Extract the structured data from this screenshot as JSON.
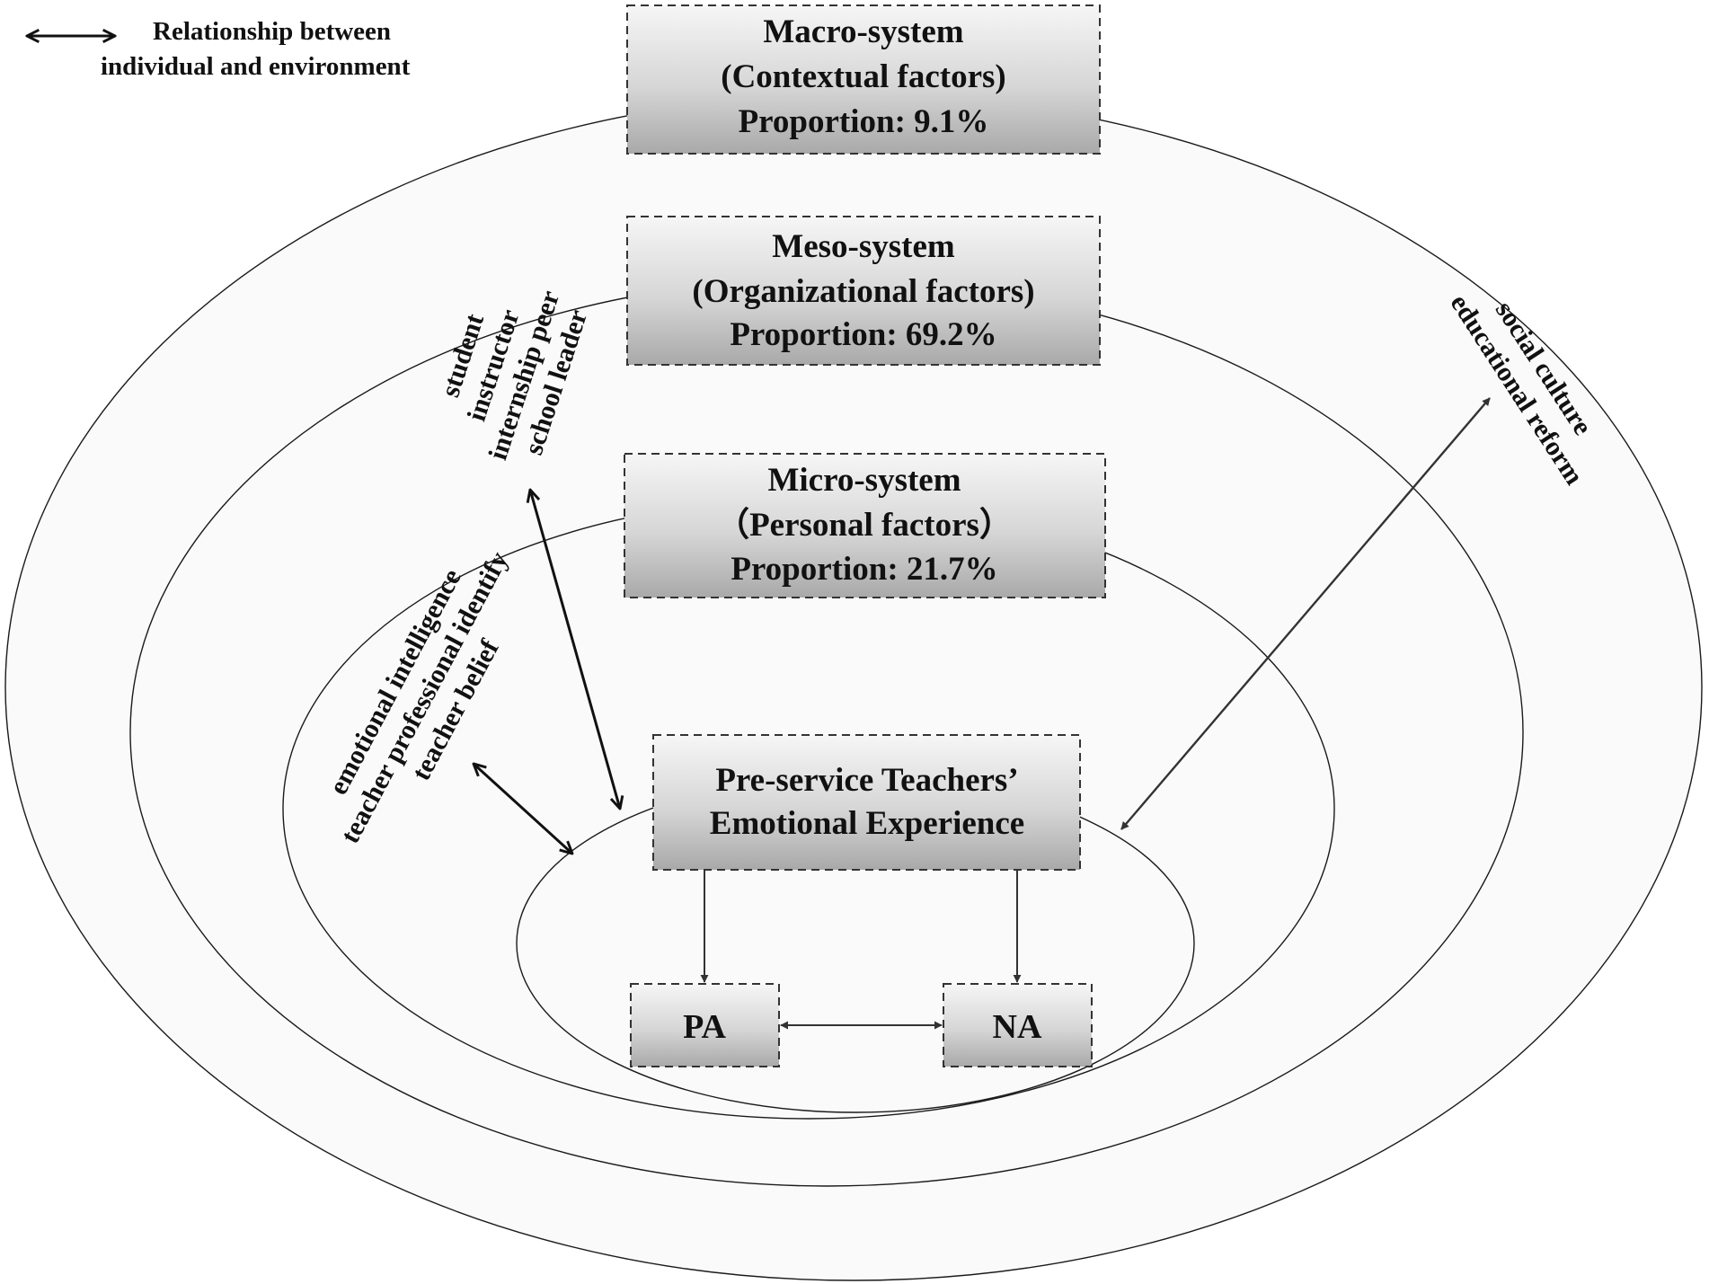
{
  "legend": {
    "line1": "Relationship between",
    "line2": "individual and environment"
  },
  "macro": {
    "title": "Macro-system",
    "subtitle": "(Contextual factors)",
    "proportion": "Proportion: 9.1%"
  },
  "meso": {
    "title": "Meso-system",
    "subtitle": "(Organizational factors)",
    "proportion": "Proportion: 69.2%"
  },
  "micro": {
    "title": "Micro-system",
    "subtitle": "（Personal factors）",
    "proportion": "Proportion: 21.7%"
  },
  "center": {
    "line1": "Pre-service Teachers’",
    "line2": "Emotional Experience"
  },
  "pa": "PA",
  "na": "NA",
  "meso_factors": [
    "student",
    "instructor",
    "internship peer",
    "school leader"
  ],
  "micro_factors": [
    "emotional intelligence",
    "teacher professional identify",
    "teacher belief"
  ],
  "macro_factors": [
    "social culture",
    "educational reform"
  ]
}
